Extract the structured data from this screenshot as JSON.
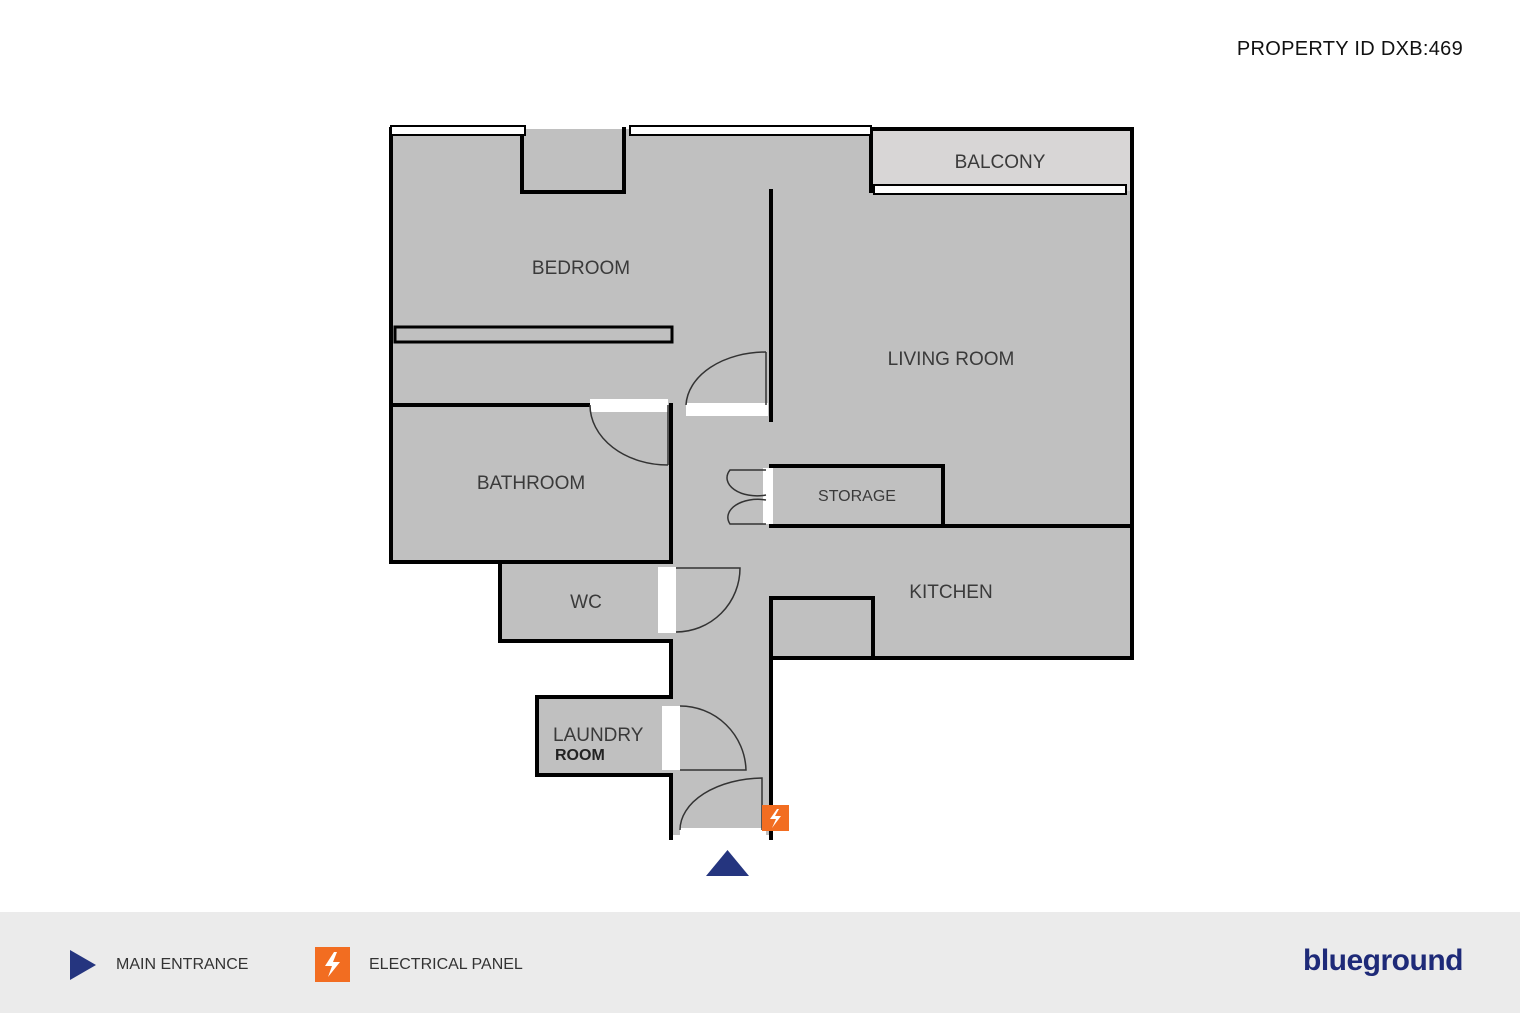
{
  "header": {
    "property_id": "PROPERTY ID DXB:469"
  },
  "rooms": {
    "balcony": "BALCONY",
    "bedroom": "BEDROOM",
    "living_room": "LIVING ROOM",
    "bathroom": "BATHROOM",
    "storage": "STORAGE",
    "wc": "WC",
    "kitchen": "KITCHEN",
    "laundry_line1": "LAUNDRY",
    "laundry_line2": "ROOM"
  },
  "legend": {
    "main_entrance": {
      "label": "MAIN ENTRANCE",
      "icon": "triangle-icon",
      "color": "#25357f"
    },
    "electrical_panel": {
      "label": "ELECTRICAL PANEL",
      "icon": "lightning-icon",
      "color": "#f26d21"
    }
  },
  "brand": {
    "name": "blueground",
    "color": "#1e2a78"
  },
  "colors": {
    "floor": "#c0c0c0",
    "balcony": "#d8d6d6",
    "wall": "#000000",
    "legend_bg": "#ebebeb"
  }
}
